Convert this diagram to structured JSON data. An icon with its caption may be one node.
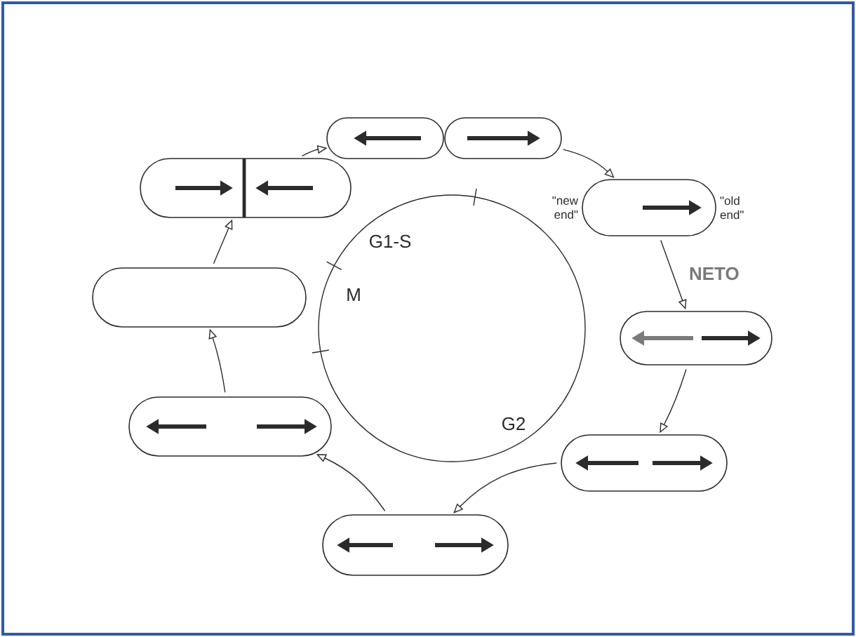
{
  "diagram": {
    "nodes": [
      {
        "text": [],
        "shape": "capsule"
      },
      {
        "text": [],
        "shape": "capsule"
      },
      {
        "text": [],
        "shape": "capsule",
        "beside": [
          "\"new end\"",
          "\"old end\""
        ]
      },
      {
        "text": [],
        "shape": "capsule"
      },
      {
        "text": [],
        "shape": "capsule"
      },
      {
        "text": [],
        "shape": "capsule"
      },
      {
        "text": [],
        "shape": "capsule"
      },
      {
        "text": [],
        "shape": "capsule"
      },
      {
        "text": [],
        "shape": "capsule"
      }
    ],
    "edges": [
      {
        "from": 1,
        "to": 2,
        "arrow": "to"
      },
      {
        "from": 2,
        "to": 3,
        "arrow": "to",
        "label": "NETO"
      },
      {
        "from": 3,
        "to": 4,
        "arrow": "to"
      },
      {
        "from": 4,
        "to": 5,
        "arrow": "to"
      },
      {
        "from": 5,
        "to": 6,
        "arrow": "to"
      },
      {
        "from": 6,
        "to": 7,
        "arrow": "to"
      },
      {
        "from": 7,
        "to": 8,
        "arrow": "to"
      },
      {
        "from": 8,
        "to": 0,
        "arrow": "to"
      }
    ],
    "labels": [
      "G1-S",
      "M",
      "G2"
    ]
  }
}
